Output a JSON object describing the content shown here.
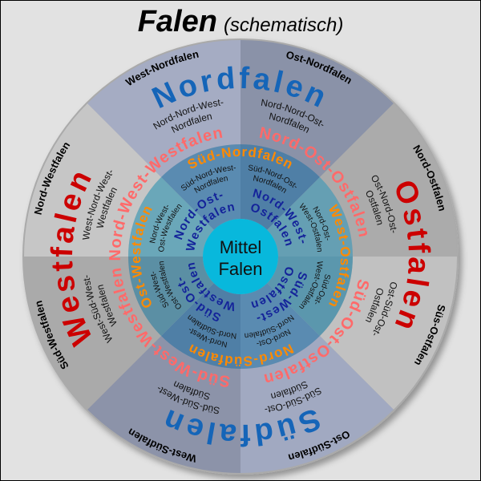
{
  "title": "Falen",
  "subtitle": "(schematisch)",
  "center": [
    "Mittel",
    "Falen"
  ],
  "outer_rim": [
    "West-Nordfalen",
    "Ost-Nordfalen",
    "Nord-Ostfalen",
    "Süs-Ostfalen",
    "Ost-Südfalen",
    "West-Südfalen",
    "Süd-Westfalen",
    "Nord-Westfalen"
  ],
  "main_regions": [
    "Nordfalen",
    "Ostfalen",
    "Südfalen",
    "Westfalen"
  ],
  "diagonal_regions": [
    "Nord-Ost-Ostfalen",
    "Süd-Ost-Ostfalen",
    "Süd-West-Westfalen",
    "Nord-West-Westfalen"
  ],
  "outer_subregions": [
    [
      "Nord-Nord-West-",
      "Nordfalen"
    ],
    [
      "Nord-Nord-Ost-",
      "Nordfalen"
    ],
    [
      "Ost-Nord-Ost-",
      "Ostfalen"
    ],
    [
      "Ost-Süd-Ost-",
      "Ostfalen"
    ],
    [
      "Süd-Süd-Ost-",
      "Südfalen"
    ],
    [
      "Süd-Süd-West-",
      "Südfalen"
    ],
    [
      "West-Süd-West-",
      "Westfalen"
    ],
    [
      "West-Nord-West-",
      "Westfalen"
    ]
  ],
  "inner_regions": [
    "Süd-Nordfalen",
    "West-Ostfalen",
    "Nord-Südfalen",
    "Ost-Westfalen"
  ],
  "inner_subregions": [
    [
      "Süd-Nord-West-",
      "Nordfalen"
    ],
    [
      "Süd-Nord-Ost-",
      "Nordfalen"
    ],
    [
      "Nord-Ost-",
      "West-Ostfalen"
    ],
    [
      "Süd-Ost-",
      "West-Ostfalen"
    ],
    [
      "Nord-Ost-",
      "Nord-Südfalen"
    ],
    [
      "Nord-West-",
      "Nord-Südfalen"
    ],
    [
      "Süd-West-",
      "Ost-Westfalen"
    ],
    [
      "Nord-West-",
      "Ost-Westfalen"
    ]
  ],
  "inner_diagonals": [
    [
      "Nord-West-",
      "Ostfalen"
    ],
    [
      "Süd-West-",
      "Ostfalen"
    ],
    [
      "Süd-Ost-",
      "Westfalen"
    ],
    [
      "Nord-Ost-",
      "Westfalen"
    ]
  ],
  "colors": {
    "main_blue": "#1565b8",
    "main_red": "#cc0000",
    "diagonal_pink": "#ff6a6a",
    "inner_orange": "#ff8a00",
    "inner_darkblue": "#14239a",
    "center": "#08b8dc"
  }
}
